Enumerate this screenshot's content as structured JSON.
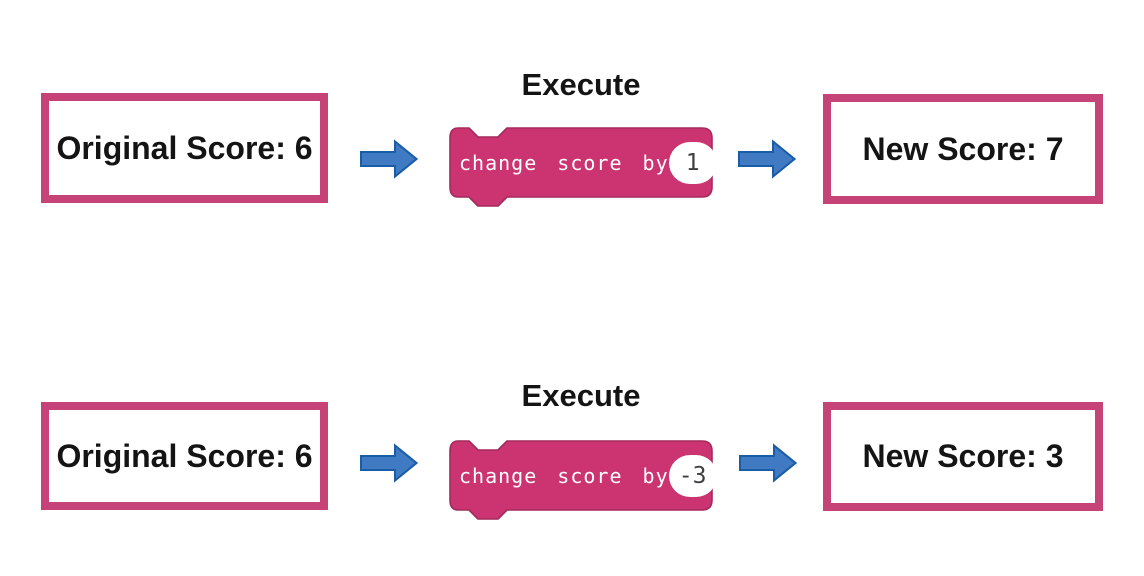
{
  "page": {
    "background": "#ffffff",
    "description_colors": {
      "box_border_pink": "#c64377",
      "block_fill_pink": "#cb3471",
      "block_outline_pink": "#a32a5c",
      "arrow_fill_blue": "#3f7ac2",
      "arrow_outline_blue": "#1b5ca6",
      "text_black": "#141414",
      "block_text_white": "#ffffff",
      "oval_value_gray": "#3e3e44"
    }
  },
  "rows": [
    {
      "original_label": "Original Score: 6",
      "execute_label": "Execute",
      "block_text": "change score by",
      "block_value": "1",
      "new_label": "New Score: 7"
    },
    {
      "original_label": "Original Score: 6",
      "execute_label": "Execute",
      "block_text": "change score by",
      "block_value": "-3",
      "new_label": "New Score: 3"
    }
  ]
}
